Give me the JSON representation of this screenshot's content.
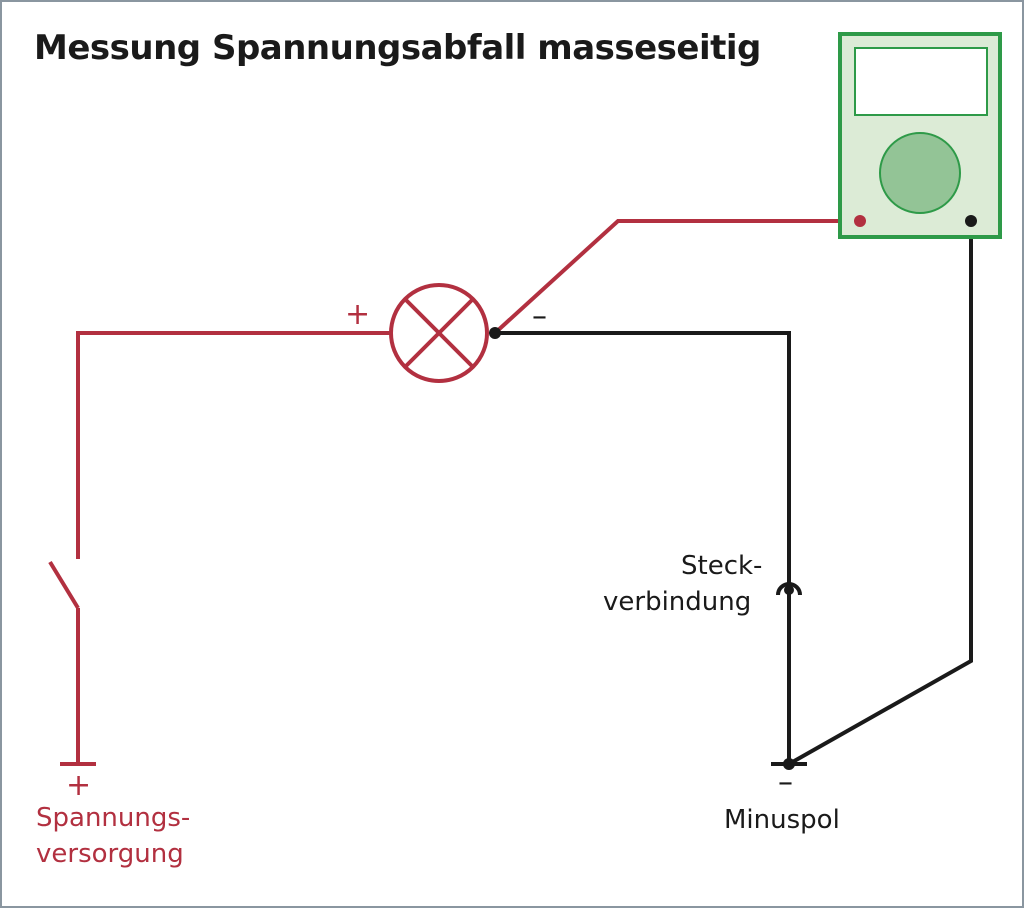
{
  "title": "Messung Spannungsabfall masseseitig",
  "labels": {
    "supply_plus": "+",
    "supply_line1": "Spannungs-",
    "supply_line2": "versorgung",
    "lamp_plus": "+",
    "lamp_minus": "–",
    "connector_line1": "Steck-",
    "connector_line2": "verbindung",
    "ground_minus": "–",
    "ground_label": "Minuspol"
  },
  "colors": {
    "positive_wire": "#b23040",
    "negative_wire": "#1a1a1a",
    "meter_frame": "#2e9a48",
    "meter_body": "#dcebd6",
    "meter_dial": "#93c496"
  },
  "icons": {
    "lamp": "lamp-icon",
    "switch": "switch-icon",
    "multimeter": "multimeter-icon",
    "connector": "plug-connector-icon",
    "ground": "ground-terminal-icon"
  }
}
